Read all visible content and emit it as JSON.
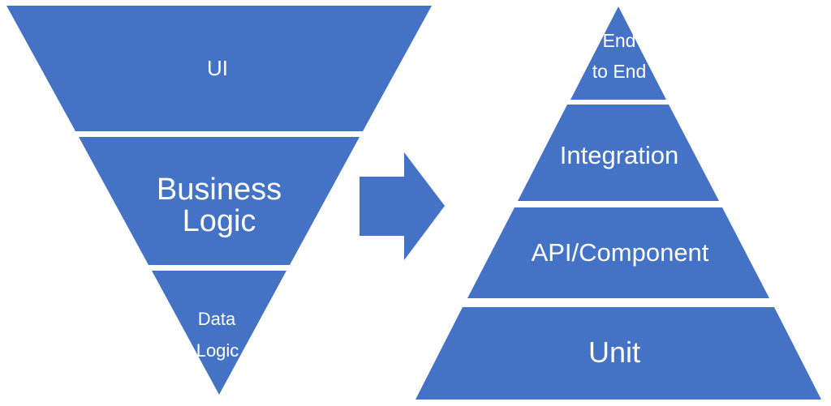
{
  "colors": {
    "shape_fill": "#4472C4",
    "label_color": "#FFFFFF",
    "background": "#FFFFFF"
  },
  "left_pyramid": {
    "description": "inverted pyramid with three sections",
    "sections": [
      {
        "label": "UI"
      },
      {
        "label_line1": "Business",
        "label_line2": "Logic"
      },
      {
        "label_line1": "Data",
        "label_line2": "Logic"
      }
    ]
  },
  "arrow": {
    "direction": "right"
  },
  "right_pyramid": {
    "description": "upright pyramid with four sections",
    "sections": [
      {
        "label_line1": "End",
        "label_line2": "to End"
      },
      {
        "label": "Integration"
      },
      {
        "label": "API/Component"
      },
      {
        "label": "Unit"
      }
    ]
  }
}
